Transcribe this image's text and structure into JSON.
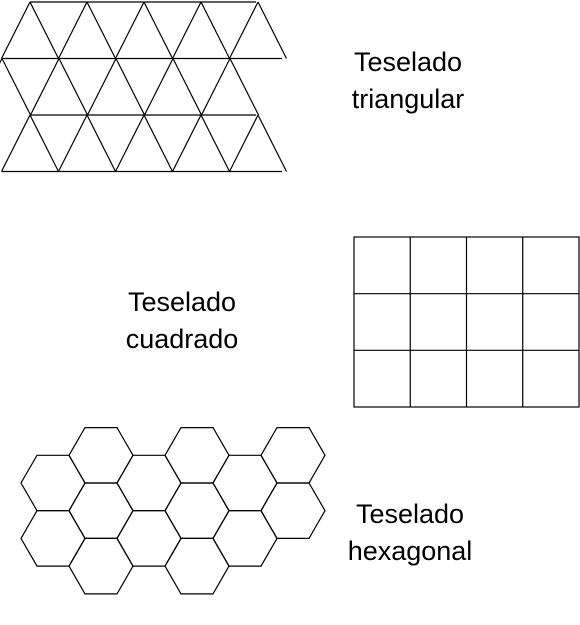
{
  "tessellations": [
    {
      "id": "triangular",
      "title_line1": "Teselado",
      "title_line2": "triangular"
    },
    {
      "id": "square",
      "title_line1": "Teselado",
      "title_line2": "cuadrado"
    },
    {
      "id": "hexagonal",
      "title_line1": "Teselado",
      "title_line2": "hexagonal"
    }
  ],
  "colors": {
    "stroke": "#000000",
    "background": "#ffffff"
  }
}
